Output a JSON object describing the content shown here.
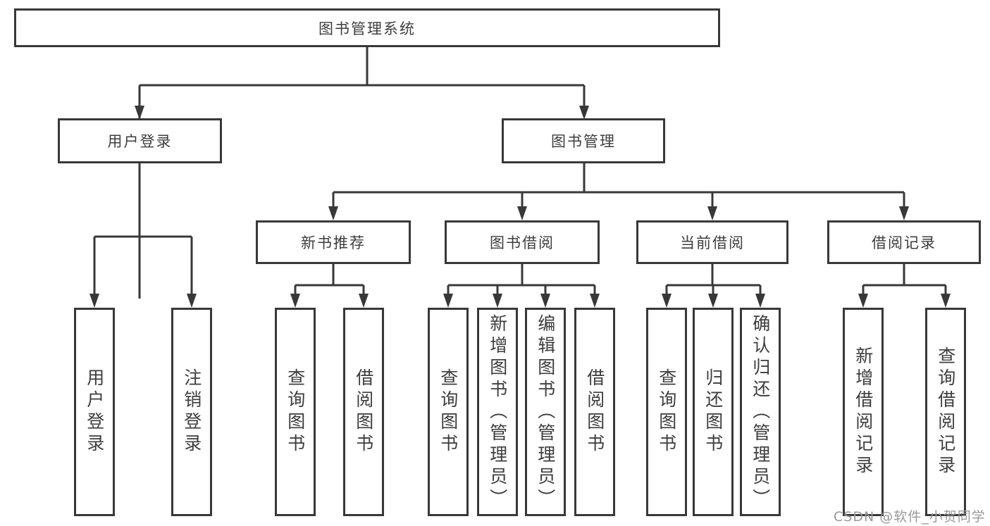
{
  "diagram": {
    "root": {
      "label": "图书管理系统"
    },
    "level2": [
      {
        "label": "用户登录",
        "children": [
          {
            "label": "用户登录"
          },
          {
            "label": "注销登录"
          }
        ]
      },
      {
        "label": "图书管理",
        "children": [
          {
            "label": "新书推荐",
            "children": [
              {
                "label": "查询图书"
              },
              {
                "label": "借阅图书"
              }
            ]
          },
          {
            "label": "图书借阅",
            "children": [
              {
                "label": "查询图书"
              },
              {
                "label": "新增图书（管理员）"
              },
              {
                "label": "编辑图书（管理员）"
              },
              {
                "label": "借阅图书"
              }
            ]
          },
          {
            "label": "当前借阅",
            "children": [
              {
                "label": "查询图书"
              },
              {
                "label": "归还图书"
              },
              {
                "label": "确认归还（管理员）"
              }
            ]
          },
          {
            "label": "借阅记录",
            "children": [
              {
                "label": "新增借阅记录"
              },
              {
                "label": "查询借阅记录"
              }
            ]
          }
        ]
      }
    ],
    "colors": {
      "line": "#383838",
      "text": "#3d3d3d",
      "box_background": "#ffffff",
      "watermark": "#999999"
    }
  },
  "watermark": {
    "text": "CSDN @软件_小贺同学"
  }
}
